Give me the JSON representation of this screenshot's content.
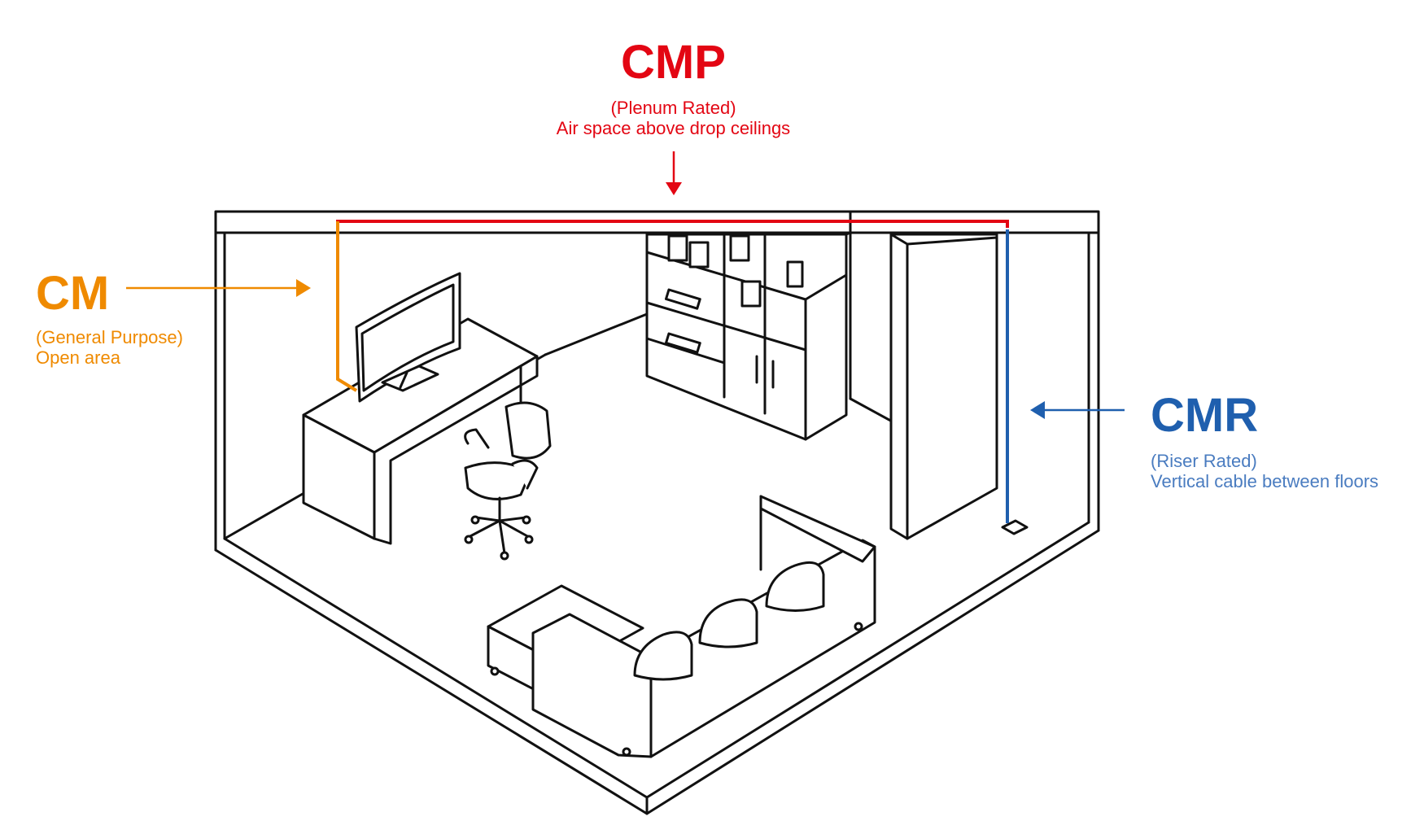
{
  "colors": {
    "cmp": "#e30613",
    "cm": "#ef8a00",
    "cmr": "#1f5fae",
    "cmr_text_light": "#4a7cc0",
    "line": "#111111"
  },
  "labels": {
    "cmp": {
      "code": "CMP",
      "rating": "(Plenum Rated)",
      "description": "Air space above drop ceilings"
    },
    "cm": {
      "code": "CM",
      "rating": "(General Purpose)",
      "description": "Open area"
    },
    "cmr": {
      "code": "CMR",
      "rating": "(Riser Rated)",
      "description": "Vertical cable between floors"
    }
  },
  "icons": [
    "arrow-down-icon",
    "arrow-right-icon",
    "arrow-left-icon"
  ]
}
